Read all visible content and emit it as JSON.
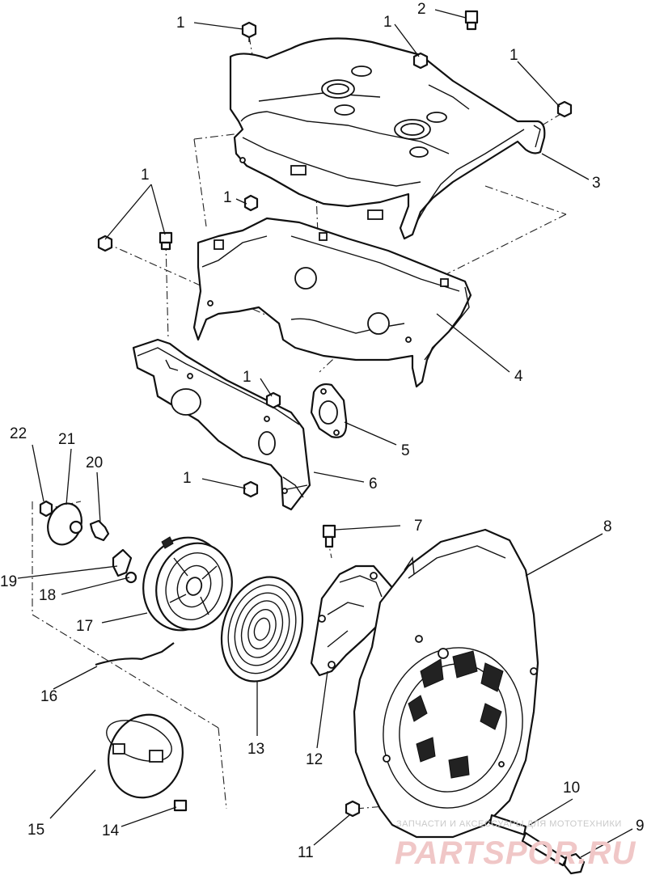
{
  "diagram": {
    "callouts": [
      {
        "id": "c1a",
        "label": "1"
      },
      {
        "id": "c2",
        "label": "2"
      },
      {
        "id": "c1b",
        "label": "1"
      },
      {
        "id": "c1c",
        "label": "1"
      },
      {
        "id": "c3",
        "label": "3"
      },
      {
        "id": "c1d",
        "label": "1"
      },
      {
        "id": "c1e",
        "label": "1"
      },
      {
        "id": "c4",
        "label": "4"
      },
      {
        "id": "c1f",
        "label": "1"
      },
      {
        "id": "c5",
        "label": "5"
      },
      {
        "id": "c1g",
        "label": "1"
      },
      {
        "id": "c6",
        "label": "6"
      },
      {
        "id": "c22",
        "label": "22"
      },
      {
        "id": "c21",
        "label": "21"
      },
      {
        "id": "c20",
        "label": "20"
      },
      {
        "id": "c7",
        "label": "7"
      },
      {
        "id": "c8",
        "label": "8"
      },
      {
        "id": "c19",
        "label": "19"
      },
      {
        "id": "c18",
        "label": "18"
      },
      {
        "id": "c17",
        "label": "17"
      },
      {
        "id": "c16",
        "label": "16"
      },
      {
        "id": "c13",
        "label": "13"
      },
      {
        "id": "c12",
        "label": "12"
      },
      {
        "id": "c15",
        "label": "15"
      },
      {
        "id": "c14",
        "label": "14"
      },
      {
        "id": "c10",
        "label": "10"
      },
      {
        "id": "c9",
        "label": "9"
      },
      {
        "id": "c11",
        "label": "11"
      }
    ]
  },
  "watermark": {
    "line1": "ЗАПЧАСТИ И АКСЕССУАРЫ ДЛЯ МОТОТЕХНИКИ",
    "line2": "PARTSPOR.RU"
  }
}
